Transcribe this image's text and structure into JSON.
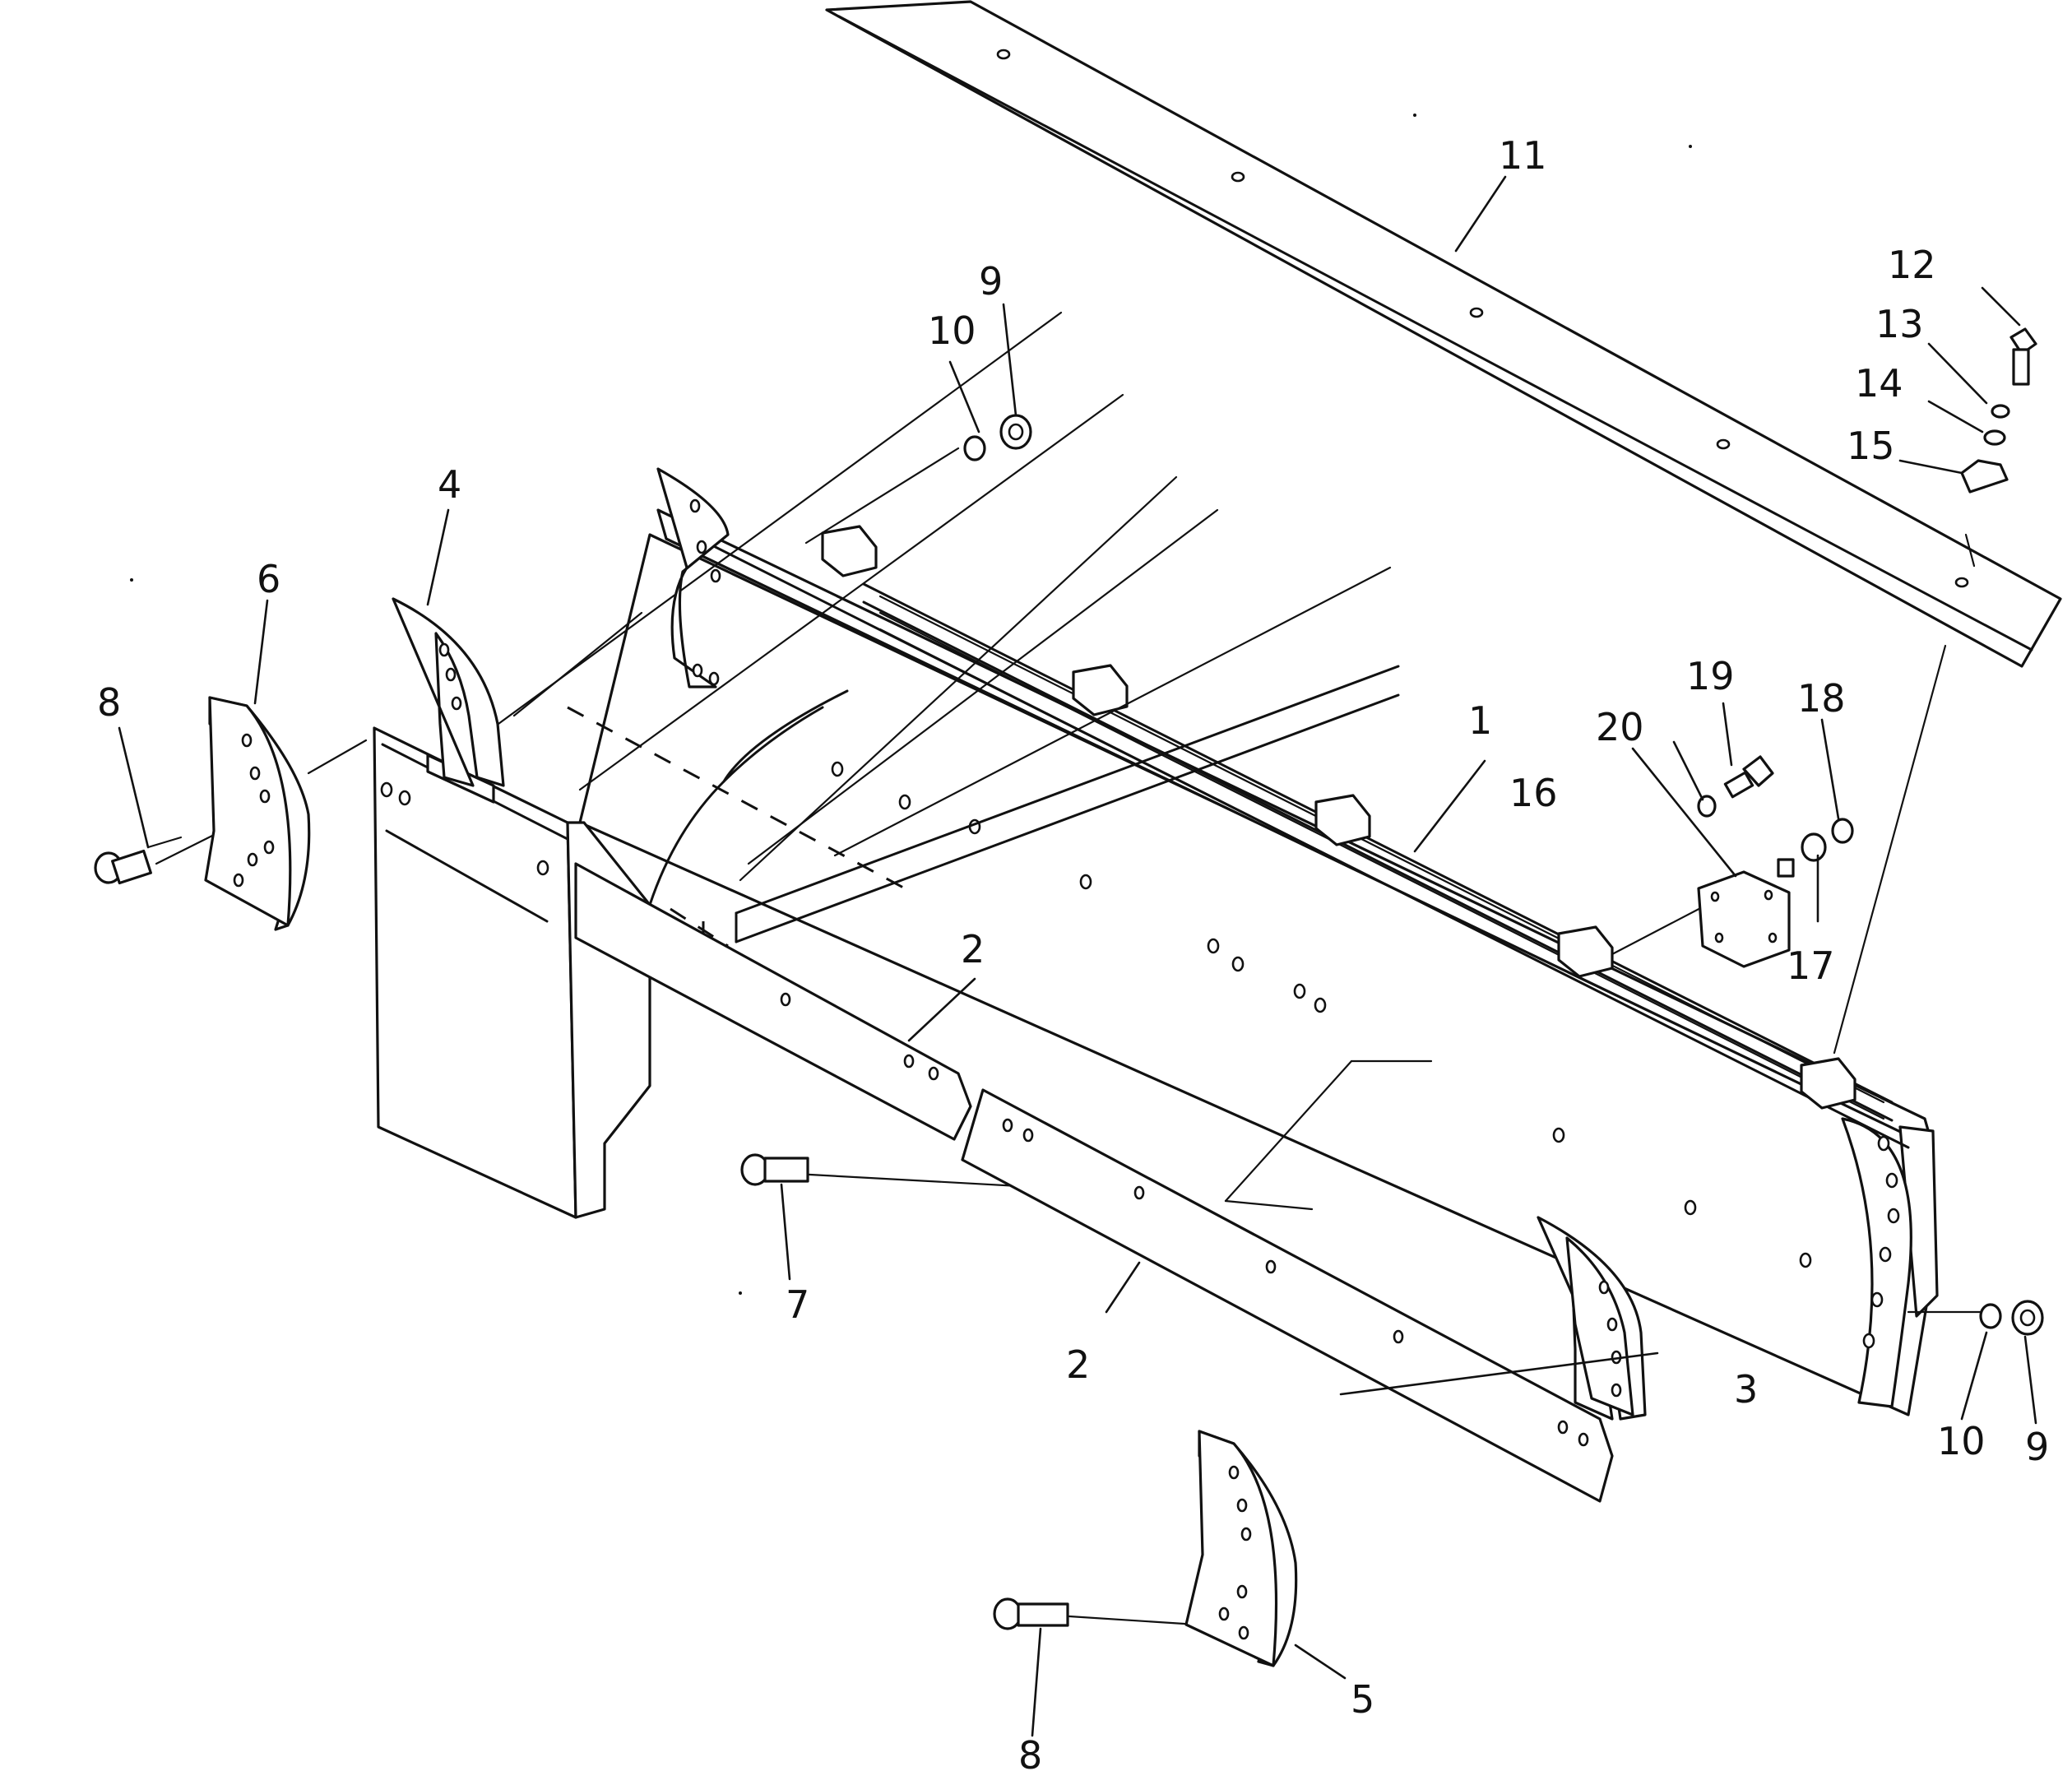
{
  "diagram": {
    "colors": {
      "ink": "#111111",
      "paper": "#ffffff"
    },
    "callouts": {
      "c1": "1",
      "c2a": "2",
      "c2b": "2",
      "c3": "3",
      "c4": "4",
      "c5": "5",
      "c6": "6",
      "c7": "7",
      "c8a": "8",
      "c8b": "8",
      "c9a": "9",
      "c9b": "9",
      "c10a": "10",
      "c10b": "10",
      "c11": "11",
      "c12": "12",
      "c13": "13",
      "c14": "14",
      "c15": "15",
      "c16": "16",
      "c17": "17",
      "c18": "18",
      "c19": "19",
      "c20": "20"
    }
  }
}
